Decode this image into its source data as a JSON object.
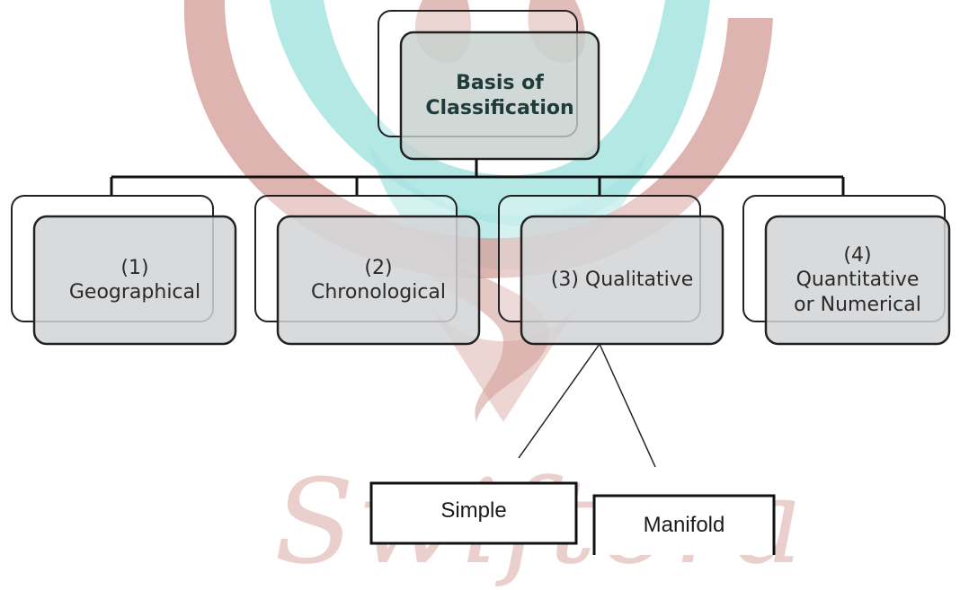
{
  "diagram": {
    "root": {
      "label": "Basis of\nClassification"
    },
    "categories": [
      {
        "label": "(1)\nGeographical"
      },
      {
        "label": "(2)\nChronological"
      },
      {
        "label": "(3) Qualitative"
      },
      {
        "label": "(4)\nQuantitative\nor Numerical"
      }
    ],
    "subcategories": [
      {
        "label": "Simple"
      },
      {
        "label": "Manifold"
      }
    ],
    "colors": {
      "box_fill": "#d4d6d8",
      "root_fill": "#c9d3d0",
      "stroke": "#222222",
      "watermark_pink": "#d4a19c",
      "watermark_teal": "#9fe2df"
    }
  },
  "watermark": {
    "text": "Swiftora",
    "emblem_icon": "swiftora-logo-icon"
  }
}
